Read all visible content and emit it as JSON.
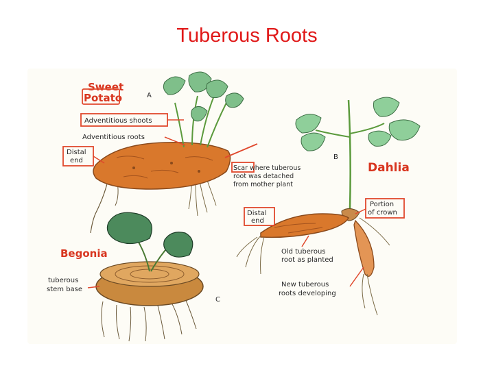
{
  "title": "Tuberous Roots",
  "labels": {
    "sweet_potato_line1": "Sweet",
    "sweet_potato_line2": "Potato",
    "panel_a": "A",
    "panel_b": "B",
    "panel_c": "C",
    "adventitious_shoots": "Adventitious shoots",
    "adventitious_roots": "Adventitious roots",
    "distal_end_a_line1": "Distal",
    "distal_end_a_line2": "end",
    "scar_line1": "Scar where tuberous",
    "scar_line2": "root was detached",
    "scar_line3": "from mother plant",
    "dahlia": "Dahlia",
    "portion_crown_line1": "Portion",
    "portion_crown_line2": "of crown",
    "distal_end_b_line1": "Distal",
    "distal_end_b_line2": "end",
    "old_root_line1": "Old tuberous",
    "old_root_line2": "root as planted",
    "new_roots_line1": "New tuberous",
    "new_roots_line2": "roots developing",
    "begonia": "Begonia",
    "stem_base_line1": "tuberous",
    "stem_base_line2": "stem base"
  },
  "colors": {
    "title": "#e01818",
    "label_red": "#d8351f",
    "tuber_orange": "#d9782c",
    "leaf_green": "#6fae7a",
    "stem_green": "#5b9a3c"
  }
}
